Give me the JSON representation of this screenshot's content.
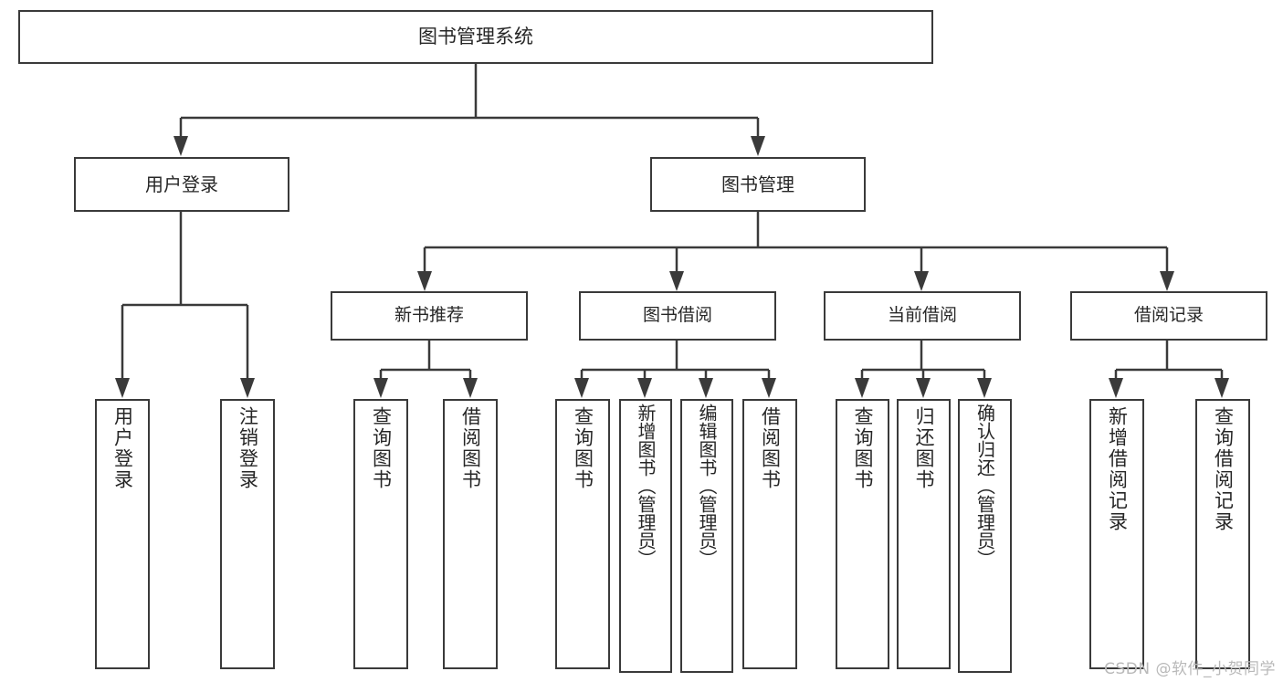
{
  "diagram": {
    "title": "图书管理系统",
    "type": "tree-hierarchy",
    "orientation": "top-down",
    "theme": {
      "box_border": "#3a3a3a",
      "box_fill": "#ffffff",
      "connector": "#3a3a3a",
      "text": "#262626",
      "background": "#ffffff"
    }
  },
  "root": {
    "label": "图书管理系统"
  },
  "level1": [
    {
      "label": "用户登录"
    },
    {
      "label": "图书管理"
    }
  ],
  "level2": [
    {
      "label": "新书推荐"
    },
    {
      "label": "图书借阅"
    },
    {
      "label": "当前借阅"
    },
    {
      "label": "借阅记录"
    }
  ],
  "leaves": {
    "user_login": [
      {
        "label": "用户登录"
      },
      {
        "label": "注销登录"
      }
    ],
    "new_book_recommend": [
      {
        "label": "查询图书"
      },
      {
        "label": "借阅图书"
      }
    ],
    "book_borrow": [
      {
        "label": "查询图书"
      },
      {
        "label": "新增图书（管理员）"
      },
      {
        "label": "编辑图书（管理员）"
      },
      {
        "label": "借阅图书"
      }
    ],
    "current_borrow": [
      {
        "label": "查询图书"
      },
      {
        "label": "归还图书"
      },
      {
        "label": "确认归还（管理员）"
      }
    ],
    "borrow_record": [
      {
        "label": "新增借阅记录"
      },
      {
        "label": "查询借阅记录"
      }
    ]
  },
  "watermark": {
    "text": "CSDN @软件_小贺同学"
  }
}
